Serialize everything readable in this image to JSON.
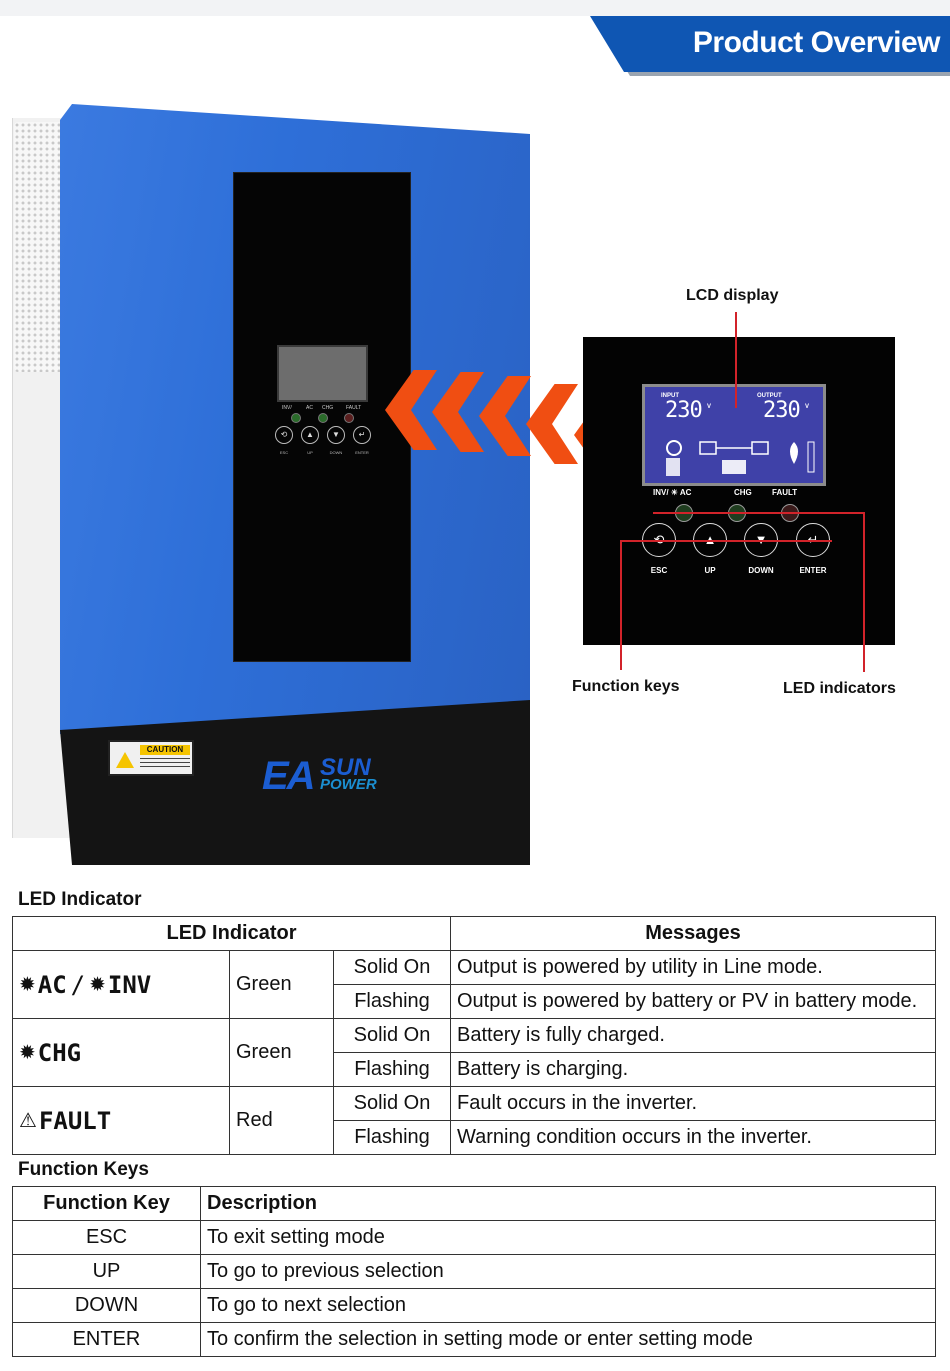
{
  "header": {
    "title": "Product Overview"
  },
  "device": {
    "mini_panel": {
      "led_labels": [
        "INV/",
        "AC",
        "CHG",
        "FAULT"
      ],
      "keys": [
        {
          "symbol": "⟲",
          "label": "ESC"
        },
        {
          "symbol": "▲",
          "label": "UP"
        },
        {
          "symbol": "▼",
          "label": "DOWN"
        },
        {
          "symbol": "↵",
          "label": "ENTER"
        }
      ]
    },
    "caution_label": "CAUTION",
    "logo": {
      "ea": "EA",
      "sun": "SUN",
      "power": "POWER"
    }
  },
  "callout": {
    "lcd_display_label": "LCD display",
    "function_keys_label": "Function keys",
    "led_indicators_label": "LED indicators",
    "lcd": {
      "input_label": "INPUT",
      "output_label": "OUTPUT",
      "input_value": "230",
      "output_value": "230",
      "unit": "V"
    },
    "led_captions": {
      "inv_ac": "INV/ ☀ AC",
      "chg": "CHG",
      "fault": "FAULT"
    },
    "keys": [
      {
        "symbol": "⟲",
        "label": "ESC"
      },
      {
        "symbol": "▲",
        "label": "UP"
      },
      {
        "symbol": "▼",
        "label": "DOWN"
      },
      {
        "symbol": "↵",
        "label": "ENTER"
      }
    ]
  },
  "led_section": {
    "title": "LED Indicator",
    "header": {
      "indicator": "LED Indicator",
      "messages": "Messages"
    },
    "rows": [
      {
        "led_a": "AC",
        "sep": "/",
        "led_b": "INV",
        "color": "Green",
        "states": [
          {
            "state": "Solid On",
            "message": "Output is powered by utility in Line mode."
          },
          {
            "state": "Flashing",
            "message": "Output is powered by battery or PV in battery mode."
          }
        ]
      },
      {
        "led_a": "CHG",
        "color": "Green",
        "states": [
          {
            "state": "Solid On",
            "message": "Battery is fully charged."
          },
          {
            "state": "Flashing",
            "message": "Battery is charging."
          }
        ]
      },
      {
        "led_a": "FAULT",
        "color": "Red",
        "states": [
          {
            "state": "Solid On",
            "message": "Fault occurs in the inverter."
          },
          {
            "state": "Flashing",
            "message": "Warning condition occurs in the inverter."
          }
        ]
      }
    ]
  },
  "function_section": {
    "title": "Function Keys",
    "header": {
      "key": "Function Key",
      "description": "Description"
    },
    "rows": [
      {
        "key": "ESC",
        "description": "To exit setting mode"
      },
      {
        "key": "UP",
        "description": "To go to previous selection"
      },
      {
        "key": "DOWN",
        "description": "To go to next selection"
      },
      {
        "key": "ENTER",
        "description": "To confirm the selection in setting mode or enter setting mode"
      }
    ]
  }
}
